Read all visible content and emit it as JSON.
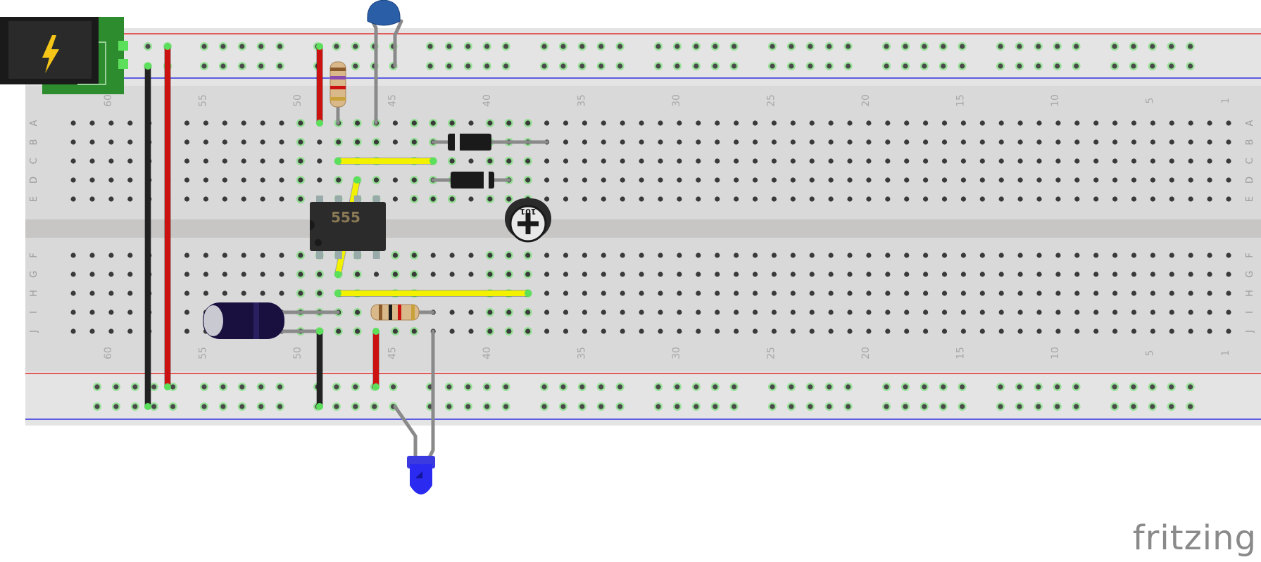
{
  "watermark": "fritzing",
  "board": {
    "row_labels_top": [
      "A",
      "B",
      "C",
      "D",
      "E"
    ],
    "row_labels_bottom": [
      "F",
      "G",
      "H",
      "I",
      "J"
    ],
    "column_numbers": [
      "60",
      "55",
      "50",
      "45",
      "40",
      "35",
      "30",
      "25",
      "20",
      "15",
      "10",
      "5",
      "1"
    ]
  },
  "components": {
    "ic_label": "555",
    "potentiometer_label": "101",
    "power_jack_icon": "lightning-bolt-icon"
  },
  "colors": {
    "board": "#d9d9d9",
    "hole": "#3a3a3a",
    "hole_active": "#5ce05c",
    "rail_red": "#e03030",
    "rail_blue": "#3030e0",
    "wire_red": "#cc1111",
    "wire_black": "#222222",
    "wire_yellow": "#f2f200",
    "led": "#2a2af0",
    "capacitor": "#1a1040",
    "ceramic_cap": "#2a5fa8",
    "jack_pcb": "#2d8c2d"
  }
}
